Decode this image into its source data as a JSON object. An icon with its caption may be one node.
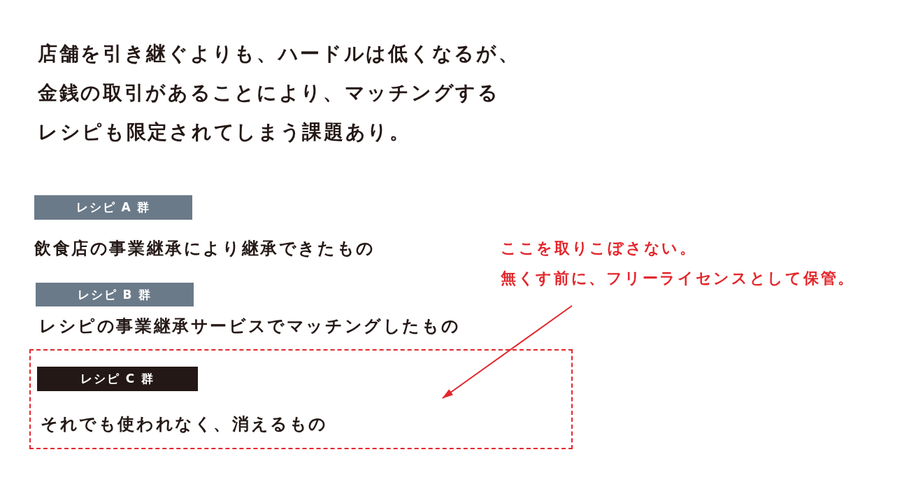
{
  "diagram": {
    "title": "店舗を引き継ぐよりも、ハードルは低くなるが、金銭の取引があることにより、マッチングするレシピも限定されてしまう課題あり。",
    "nodes": [
      {
        "text": [
          "レシピ A 群"
        ],
        "beside": [
          "飲食店の事業継承により継承できたもの"
        ]
      },
      {
        "text": [
          "レシピ B 群"
        ],
        "beside": [
          "レシピの事業継承サービスでマッチングしたもの"
        ]
      },
      {
        "text": [],
        "shape": "box"
      },
      {
        "text": [
          "レシピ C 群"
        ],
        "in": 2,
        "beside": [
          "それでも使われなく、消えるもの"
        ]
      },
      {
        "text": [
          "ここを取りこぼさない。",
          "無くす前に、フリーライセンスとして保管。"
        ]
      }
    ],
    "edges": [
      {
        "from": 4,
        "to": 2,
        "arrow": "to"
      }
    ]
  }
}
